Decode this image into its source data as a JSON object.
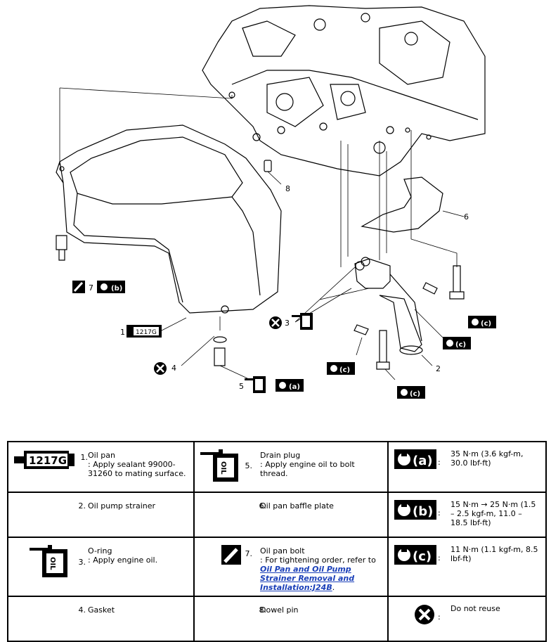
{
  "callouts": {
    "n1": "1",
    "n2": "2",
    "n3": "3",
    "n4": "4",
    "n5": "5",
    "n6": "6",
    "n7": "7",
    "n8": "8",
    "sealant": "1217G",
    "torque_a": "(a)",
    "torque_b": "(b)",
    "torque_c": "(c)"
  },
  "legend": {
    "item1": {
      "num": "1.",
      "name": "Oil pan",
      "note": ": Apply sealant 99000-31260 to mating surface."
    },
    "item2": {
      "num": "2.",
      "name": "Oil pump strainer"
    },
    "item3": {
      "num": "3.",
      "name": "O-ring",
      "note": ": Apply engine oil."
    },
    "item4": {
      "num": "4.",
      "name": "Gasket"
    },
    "item5": {
      "num": "5.",
      "name": "Drain plug",
      "note": ": Apply engine oil to bolt thread."
    },
    "item6": {
      "num": "6.",
      "name": "Oil pan baffle plate"
    },
    "item7": {
      "num": "7.",
      "name": "Oil pan bolt",
      "note_prefix": ": For tightening order, refer to ",
      "link": "Oil Pan and Oil Pump Strainer Removal and Installation:J24B",
      "note_suffix": "."
    },
    "item8": {
      "num": "8.",
      "name": "Dowel pin"
    },
    "torque_a": {
      "label": "(a)",
      "value": "35 N·m (3.6 kgf-m, 30.0 lbf-ft)"
    },
    "torque_b": {
      "label": "(b)",
      "value": "15 N·m → 25 N·m (1.5 – 2.5 kgf-m, 11.0 – 18.5 lbf-ft)"
    },
    "torque_c": {
      "label": "(c)",
      "value": "11 N·m (1.1 kgf-m, 8.5 lbf-ft)"
    },
    "no_reuse": {
      "value": "Do not reuse"
    },
    "icon_sealant_text": "1217G",
    "icon_oil_text": "OIL",
    "colon": ":"
  }
}
